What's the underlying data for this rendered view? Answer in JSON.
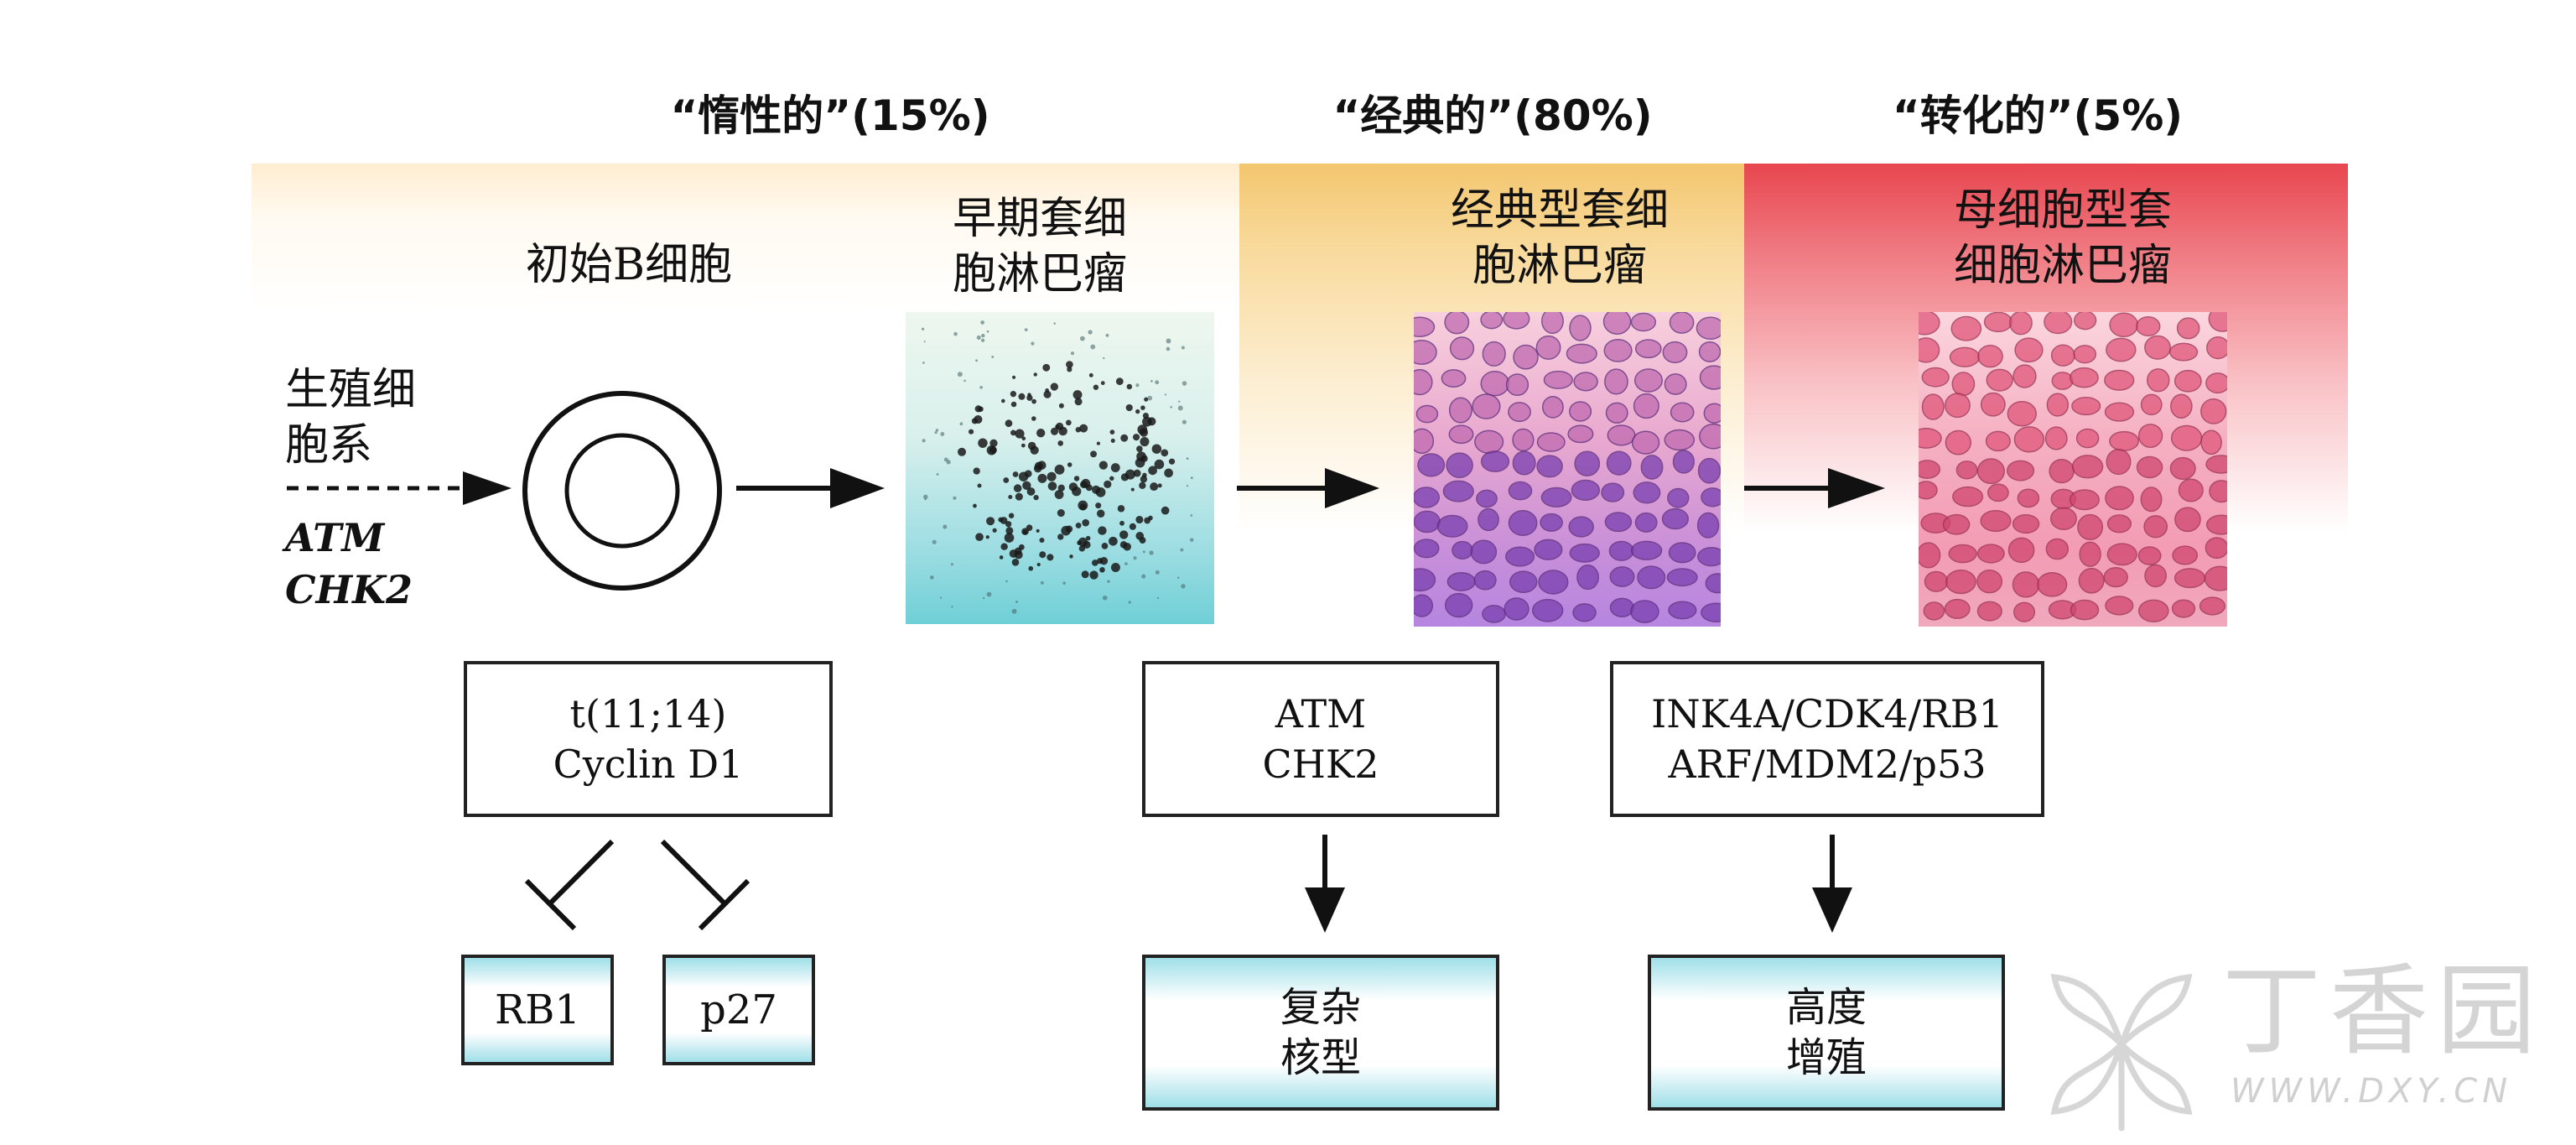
{
  "headers": [
    {
      "label": "“惰性的”(15%)"
    },
    {
      "label": "“经典的”(80%)"
    },
    {
      "label": "“转化的”(5%)"
    }
  ],
  "stages": {
    "naive": [
      "初始B细胞"
    ],
    "early": [
      "早期套细",
      "胞淋巴瘤"
    ],
    "classic": [
      "经典型套细",
      "胞淋巴瘤"
    ],
    "blastoid": [
      "母细胞型套",
      "细胞淋巴瘤"
    ]
  },
  "germline": {
    "label": [
      "生殖细",
      "胞系"
    ],
    "genes": [
      "ATM",
      "CHK2"
    ]
  },
  "boxes": {
    "indolent": [
      "t(11;14)",
      "Cyclin D1"
    ],
    "classic": [
      "ATM",
      "CHK2"
    ],
    "transformed": [
      "INK4A/CDK4/RB1",
      "ARF/MDM2/p53"
    ]
  },
  "outcomes": {
    "rb1": [
      "RB1"
    ],
    "p27": [
      "p27"
    ],
    "complex": [
      "复杂",
      "核型"
    ],
    "proliferation": [
      "高度",
      "增殖"
    ]
  },
  "watermark": {
    "brand": "丁香园",
    "url": "WWW.DXY.CN"
  },
  "colors": {
    "band_classic": "#f3c66f",
    "band_transformed": "#e8464f",
    "outcome_fill": "#9fdfe8",
    "micrograph_early": "#4fc3c9",
    "micrograph_classic": "#a64fb2",
    "micrograph_blastoid": "#e0506e"
  }
}
